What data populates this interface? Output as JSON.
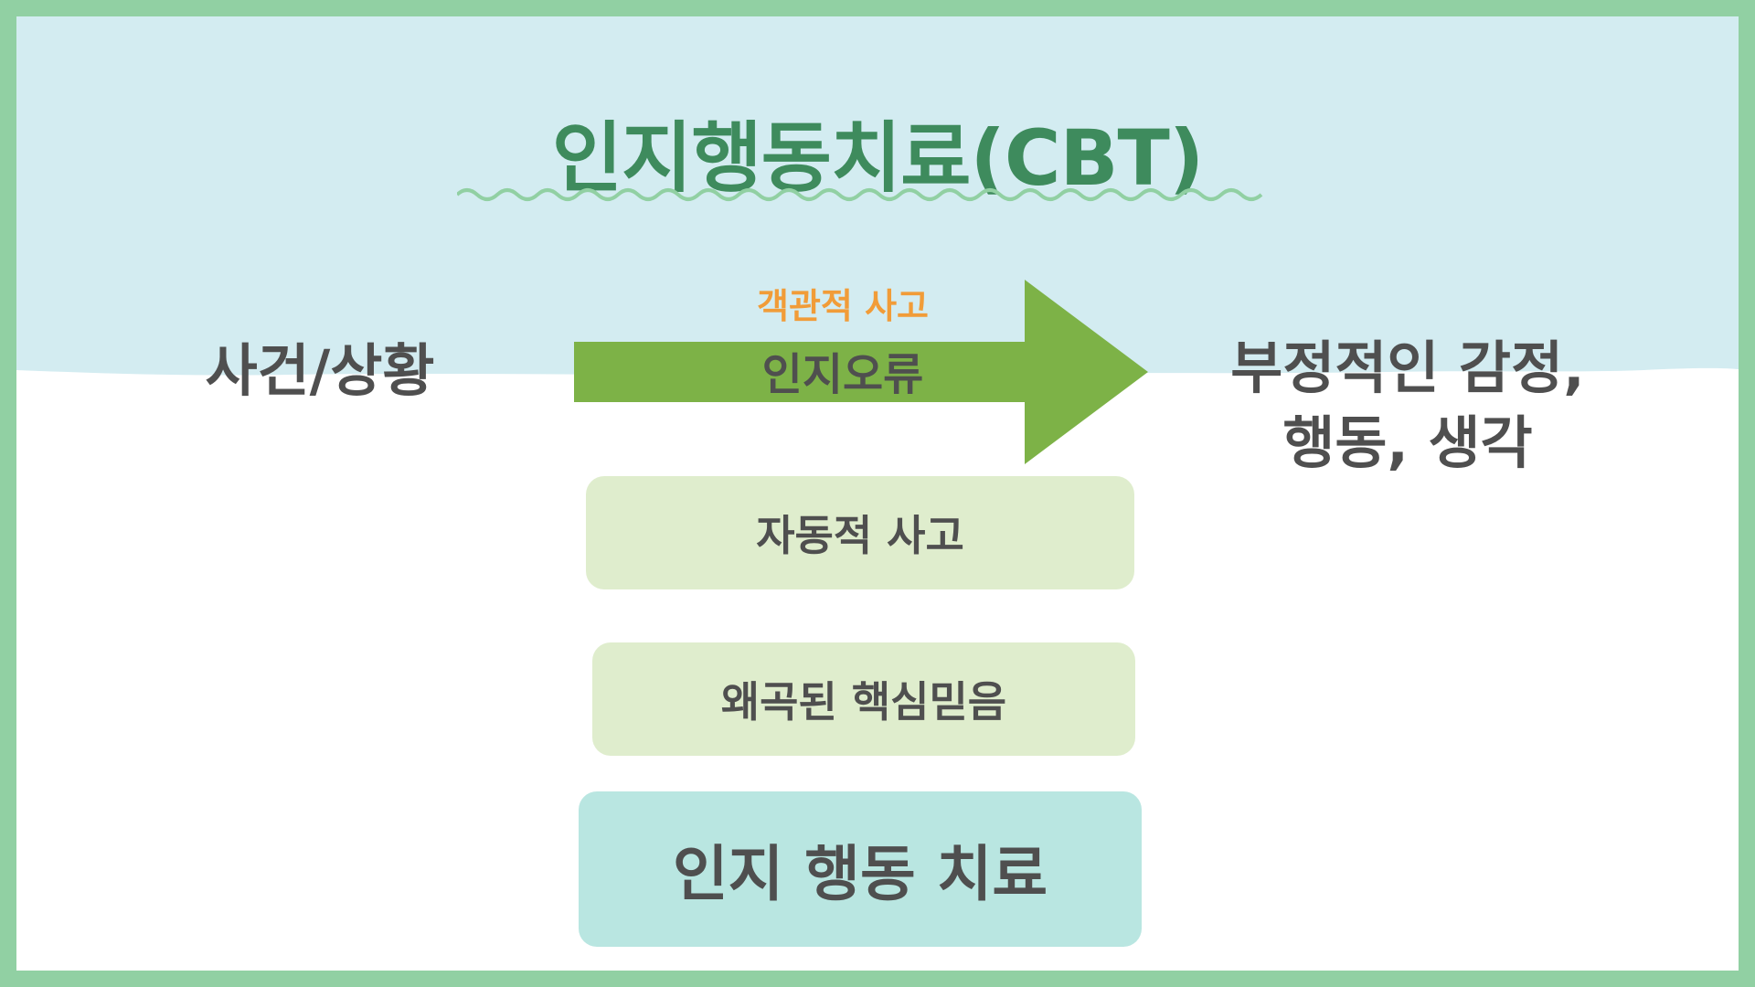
{
  "title": "인지행동치료(CBT)",
  "event_label": "사건/상황",
  "objective_label": "객관적 사고",
  "error_label": "인지오류",
  "result_line1": "부정적인 감정,",
  "result_line2": "행동, 생각",
  "boxes": {
    "automatic_thought": "자동적 사고",
    "core_belief": "왜곡된 핵심믿음",
    "cbt": "인지 행동 치료"
  },
  "colors": {
    "border": "#91d0a3",
    "sky": "#d3ecf1",
    "title": "#3e8b5d",
    "arrow": "#7db247",
    "objective": "#f19c38",
    "text": "#4f4f4f",
    "box_light": "#dfedcd",
    "box_cbt": "#b9e6e1"
  }
}
